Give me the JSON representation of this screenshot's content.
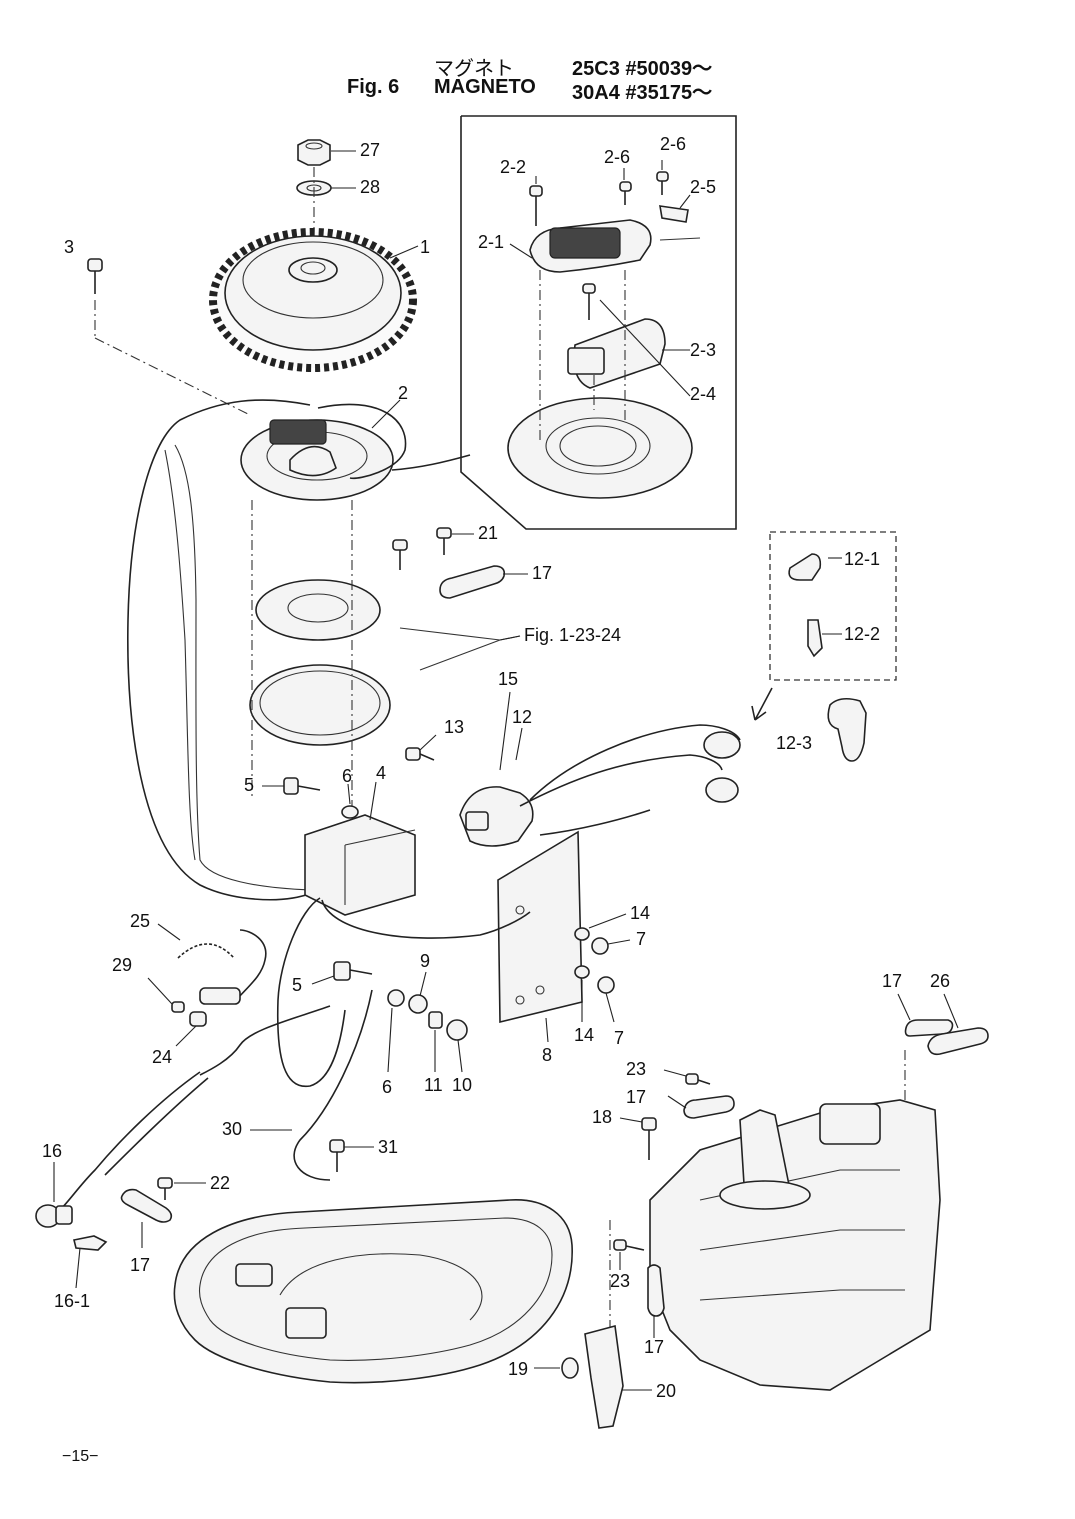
{
  "header": {
    "jp_title": "マグネト",
    "fig_label": "Fig. 6",
    "en_title": "MAGNETO",
    "model_line_1": "25C3 #50039～",
    "model_line_2": "30A4 #35175～"
  },
  "callouts": {
    "p27": "27",
    "p28": "28",
    "p1": "1",
    "p3": "3",
    "p2": "2",
    "p2_2": "2-2",
    "p2_6a": "2-6",
    "p2_6b": "2-6",
    "p2_5": "2-5",
    "p2_1": "2-1",
    "p2_3": "2-3",
    "p2_4": "2-4",
    "p21": "21",
    "p17a": "17",
    "fig_ref": "Fig. 1-23-24",
    "p12_1": "12-1",
    "p12_2": "12-2",
    "p12_3": "12-3",
    "p15": "15",
    "p12": "12",
    "p13": "13",
    "p5a": "5",
    "p6a": "6",
    "p4": "4",
    "p14a": "14",
    "p7a": "7",
    "p14b": "14",
    "p7b": "7",
    "p25": "25",
    "p29": "29",
    "p24": "24",
    "p5b": "5",
    "p9": "9",
    "p6b": "6",
    "p11": "11",
    "p10": "10",
    "p8": "8",
    "p17b": "17",
    "p26": "26",
    "p23a": "23",
    "p17c": "17",
    "p18": "18",
    "p30": "30",
    "p31": "31",
    "p16": "16",
    "p22": "22",
    "p17d": "17",
    "p16_1": "16-1",
    "p23b": "23",
    "p17e": "17",
    "p19": "19",
    "p20": "20"
  },
  "footer": {
    "page_number": "−15−"
  }
}
